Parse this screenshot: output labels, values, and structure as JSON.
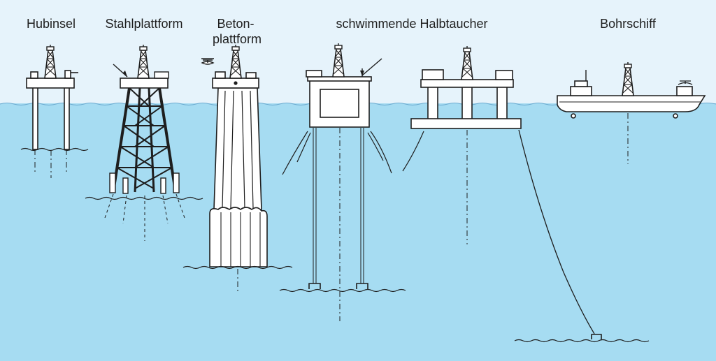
{
  "colors": {
    "sky": "#e6f3fb",
    "sea": "#a6dcf2",
    "structure": "#ffffff",
    "line": "#1e1e1e"
  },
  "labels": {
    "hubinsel": "Hubinsel",
    "stahlplattform": "Stahlplattform",
    "beton_line1": "Beton-",
    "beton_line2": "plattform",
    "halbtaucher": "schwimmende Halbtaucher",
    "bohrschiff": "Bohrschiff"
  }
}
